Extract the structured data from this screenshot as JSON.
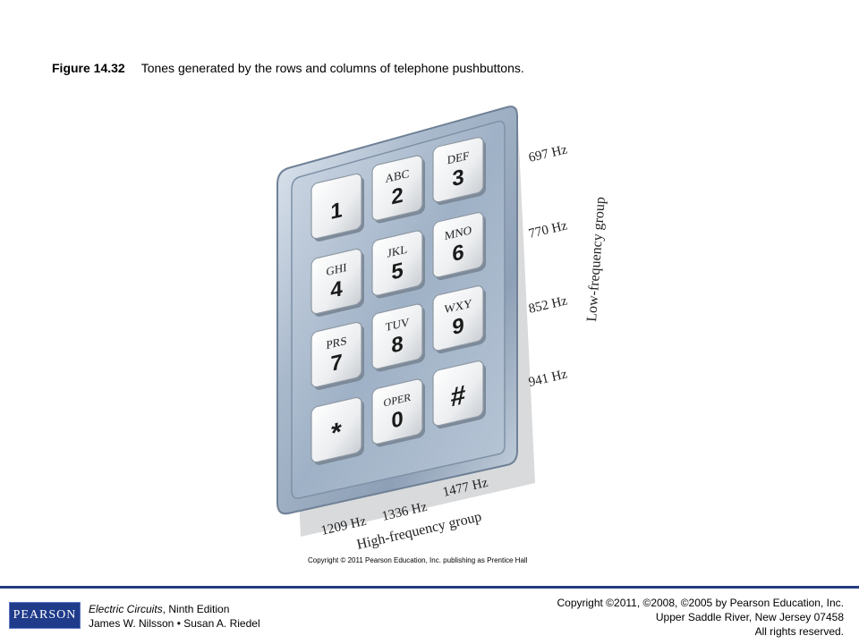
{
  "caption": {
    "number": "Figure 14.32",
    "text": "Tones generated by the rows and columns of telephone pushbuttons."
  },
  "keypad": {
    "keys": [
      {
        "letters": "",
        "digit": "1"
      },
      {
        "letters": "ABC",
        "digit": "2"
      },
      {
        "letters": "DEF",
        "digit": "3"
      },
      {
        "letters": "GHI",
        "digit": "4"
      },
      {
        "letters": "JKL",
        "digit": "5"
      },
      {
        "letters": "MNO",
        "digit": "6"
      },
      {
        "letters": "PRS",
        "digit": "7"
      },
      {
        "letters": "TUV",
        "digit": "8"
      },
      {
        "letters": "WXY",
        "digit": "9"
      },
      {
        "letters": "",
        "digit": "*"
      },
      {
        "letters": "OPER",
        "digit": "0"
      },
      {
        "letters": "",
        "digit": "#"
      }
    ],
    "row_labels": [
      "697 Hz",
      "770 Hz",
      "852 Hz",
      "941 Hz"
    ],
    "column_labels": [
      "1209 Hz",
      "1336 Hz",
      "1477 Hz"
    ],
    "low_group_label": "Low-frequency group",
    "high_group_label": "High-frequency group"
  },
  "image_copyright": "Copyright © 2011 Pearson Education, Inc. publishing as Prentice Hall",
  "footer": {
    "logo_text": "PEARSON",
    "book_title": "Electric Circuits",
    "book_edition": ", Ninth Edition",
    "authors": "James W. Nilsson • Susan A. Riedel",
    "copyright_line": "Copyright ©2011, ©2008, ©2005 by Pearson Education, Inc.",
    "address_line": "Upper Saddle River, New Jersey 07458",
    "rights_line": "All rights reserved."
  },
  "colors": {
    "frame": "#9fb0c4",
    "frame_dark": "#6f8196",
    "key_face": "#f2f3f4",
    "footer_rule": "#243b7d",
    "logo_bg": "#1f3b8a"
  }
}
